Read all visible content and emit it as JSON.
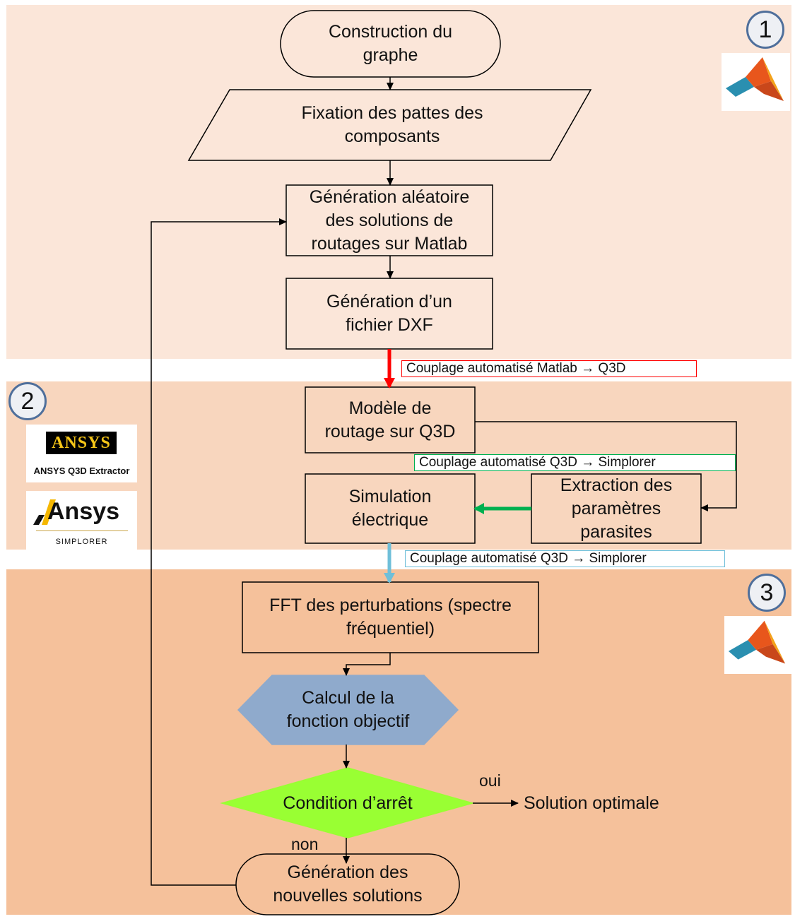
{
  "colors": {
    "band1": "#fbe6d9",
    "band2": "#f8d6be",
    "band3": "#f5c19b",
    "objective_fill": "#8faacc",
    "stop_fill": "#99ff33",
    "arrow_red": "#ff0000",
    "arrow_green": "#00b050",
    "arrow_blue": "#6fbfd9",
    "badge_border": "#4f6f9b"
  },
  "badges": [
    "1",
    "2",
    "3"
  ],
  "nodes": {
    "start": "Construction du\ngraphe",
    "fix": "Fixation des pattes des\ncomposants",
    "random": "Génération aléatoire\ndes solutions de\nroutages sur Matlab",
    "dxf": "Génération d’un\nfichier DXF",
    "q3d_model": "Modèle de\nroutage sur Q3D",
    "extraction": "Extraction des\nparamètres\nparasites",
    "simulation": "Simulation\nélectrique",
    "fft": "FFT des perturbations (spectre\nfréquentiel)",
    "objective": "Calcul de la\nfonction objectif",
    "stop": "Condition d’arrêt",
    "new_solutions": "Génération des\nnouvelles solutions",
    "optimal": "Solution optimale"
  },
  "couplings": {
    "matlab_q3d": "Couplage automatisé Matlab → Q3D",
    "q3d_simplorer_1": "Couplage automatisé Q3D → Simplorer",
    "q3d_simplorer_2": "Couplage automatisé Q3D → Simplorer"
  },
  "labels": {
    "yes": "oui",
    "no": "non"
  },
  "logos": {
    "ansys_wordmark": "ANSYS",
    "ansys_caption": "ANSYS Q3D Extractor",
    "ansys2_wordmark": "Ansys",
    "ansys2_caption": "SIMPLORER",
    "matlab_icon": "matlab-icon"
  }
}
